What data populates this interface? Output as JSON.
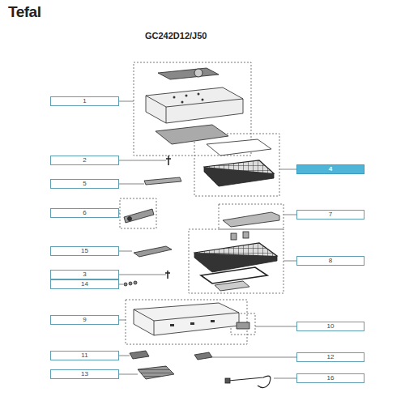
{
  "diagram": {
    "title": "GC242D12/J50",
    "nodes": [
      {
        "text": [
          "1"
        ]
      },
      {
        "text": [
          "2"
        ]
      },
      {
        "text": [
          "4"
        ]
      },
      {
        "text": [
          "5"
        ]
      },
      {
        "text": [
          "6"
        ]
      },
      {
        "text": [
          "7"
        ]
      },
      {
        "text": [
          "15"
        ]
      },
      {
        "text": [
          "8"
        ]
      },
      {
        "text": [
          "3"
        ]
      },
      {
        "text": [
          "14"
        ]
      },
      {
        "text": [
          "9"
        ]
      },
      {
        "text": [
          "10"
        ]
      },
      {
        "text": [
          "11"
        ]
      },
      {
        "text": [
          "12"
        ]
      },
      {
        "text": [
          "13"
        ]
      },
      {
        "text": [
          "16"
        ]
      }
    ],
    "edges": [],
    "labels": [
      "Tefal"
    ]
  }
}
